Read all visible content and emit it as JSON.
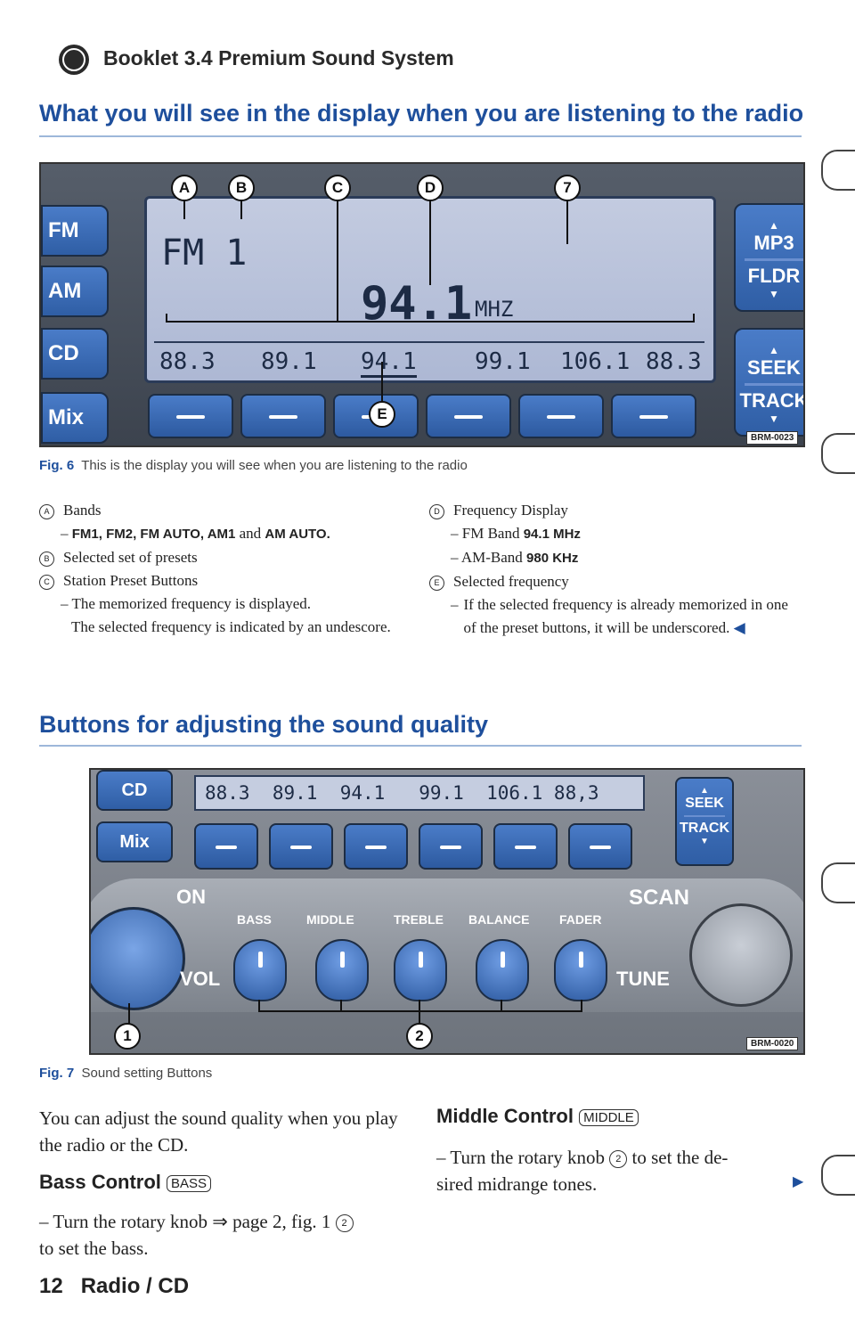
{
  "header": {
    "booklet": "Booklet 3.4 Premium Sound System"
  },
  "section1": {
    "title": "What you will see in the display when you are listening to the radio"
  },
  "fig6": {
    "side_buttons": [
      "FM",
      "AM",
      "CD",
      "Mix"
    ],
    "right_buttons": [
      {
        "top": "MP3",
        "bottom": "FLDR"
      },
      {
        "top": "SEEK",
        "bottom": "TRACK"
      }
    ],
    "band": "FM 1",
    "frequency": "94.1",
    "unit": "MHZ",
    "presets": [
      "88.3",
      "89.1",
      "94.1",
      "99.1",
      "106.1",
      "88.3"
    ],
    "callouts": {
      "a": "A",
      "b": "B",
      "c": "C",
      "d": "D",
      "e": "E",
      "n7": "7"
    },
    "code": "BRM-0023",
    "caption_num": "Fig. 6",
    "caption": "This is the display you will see when you are listening to the radio"
  },
  "legend": {
    "a_mark": "A",
    "a_title": "Bands",
    "a_text_bands": "FM1, FM2, FM AUTO, AM1",
    "a_text_and": "and",
    "a_text_end": "AM AUTO.",
    "b_mark": "B",
    "b_title": "Selected set of presets",
    "c_mark": "C",
    "c_title": "Station Preset Buttons",
    "c_text1": "The memorized frequency is displayed.",
    "c_text2": "The selected frequency is indicated by an undescore.",
    "d_mark": "D",
    "d_title": "Frequency Display",
    "d_fm_label": "FM Band",
    "d_fm_value": "94.1 MHz",
    "d_am_label": "AM-Band",
    "d_am_value": "980 KHz",
    "e_mark": "E",
    "e_title": "Selected frequency",
    "e_text": "If the selected frequency is already memorized in one of the preset buttons, it will be underscored."
  },
  "section2": {
    "title": "Buttons for adjusting the sound quality"
  },
  "fig7": {
    "side_buttons": [
      "CD",
      "Mix"
    ],
    "lcd": "88.3  89.1  94.1   99.1  106.1 88,3",
    "seek": "SEEK",
    "track": "TRACK",
    "on": "ON",
    "vol": "VOL",
    "scan": "SCAN",
    "tune": "TUNE",
    "knob_labels": [
      "BASS",
      "MIDDLE",
      "TREBLE",
      "BALANCE",
      "FADER"
    ],
    "callout1": "1",
    "callout2": "2",
    "code": "BRM-0020",
    "caption_num": "Fig. 7",
    "caption": "Sound setting Buttons"
  },
  "body": {
    "intro": "You can adjust the sound quality when you play the radio or the CD.",
    "bass_heading": "Bass Control",
    "bass_tag": "BASS",
    "bass_text1": "– Turn the rotary knob ⇒ page 2, fig. 1",
    "bass_num": "2",
    "bass_text2": "to set the bass.",
    "middle_heading": "Middle Control",
    "middle_tag": "MIDDLE",
    "middle_text1": "– Turn the rotary knob",
    "middle_num": "2",
    "middle_text2": "to set the de-",
    "middle_text3": "sired midrange tones."
  },
  "footer": {
    "page": "12",
    "section": "Radio / CD"
  }
}
